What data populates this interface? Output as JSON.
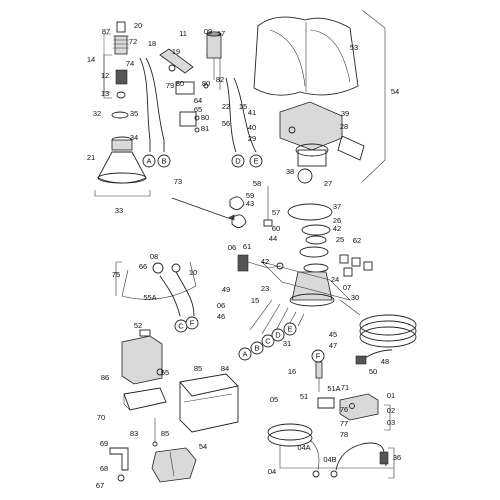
{
  "callouts": [
    {
      "id": "c20",
      "text": "20"
    },
    {
      "id": "c87",
      "text": "87"
    },
    {
      "id": "c72",
      "text": "72"
    },
    {
      "id": "c18",
      "text": "18"
    },
    {
      "id": "c11",
      "text": "11"
    },
    {
      "id": "c09",
      "text": "09"
    },
    {
      "id": "c17",
      "text": "17"
    },
    {
      "id": "c19",
      "text": "19"
    },
    {
      "id": "c14",
      "text": "14"
    },
    {
      "id": "c74",
      "text": "74"
    },
    {
      "id": "c12",
      "text": "12"
    },
    {
      "id": "c13",
      "text": "13"
    },
    {
      "id": "c80a",
      "text": "80"
    },
    {
      "id": "c79",
      "text": "79"
    },
    {
      "id": "c82",
      "text": "82"
    },
    {
      "id": "c80b",
      "text": "80"
    },
    {
      "id": "c64",
      "text": "64"
    },
    {
      "id": "c65",
      "text": "65"
    },
    {
      "id": "c22",
      "text": "22"
    },
    {
      "id": "c15",
      "text": "15"
    },
    {
      "id": "c80c",
      "text": "80"
    },
    {
      "id": "c81",
      "text": "81"
    },
    {
      "id": "c32",
      "text": "32"
    },
    {
      "id": "c35",
      "text": "35"
    },
    {
      "id": "c56",
      "text": "56"
    },
    {
      "id": "c34",
      "text": "34"
    },
    {
      "id": "c21",
      "text": "21"
    },
    {
      "id": "c33",
      "text": "33"
    },
    {
      "id": "c53",
      "text": "53"
    },
    {
      "id": "c54a",
      "text": "54"
    },
    {
      "id": "c41",
      "text": "41"
    },
    {
      "id": "c39",
      "text": "39"
    },
    {
      "id": "c40",
      "text": "40"
    },
    {
      "id": "c28",
      "text": "28"
    },
    {
      "id": "c29",
      "text": "29"
    },
    {
      "id": "c73",
      "text": "73"
    },
    {
      "id": "c38",
      "text": "38"
    },
    {
      "id": "c27",
      "text": "27"
    },
    {
      "id": "c58",
      "text": "58"
    },
    {
      "id": "c59",
      "text": "59"
    },
    {
      "id": "c43",
      "text": "43"
    },
    {
      "id": "c57",
      "text": "57"
    },
    {
      "id": "c37",
      "text": "37"
    },
    {
      "id": "c26",
      "text": "26"
    },
    {
      "id": "c42a",
      "text": "42"
    },
    {
      "id": "c60",
      "text": "60"
    },
    {
      "id": "c44",
      "text": "44"
    },
    {
      "id": "c25",
      "text": "25"
    },
    {
      "id": "c06a",
      "text": "06"
    },
    {
      "id": "c61",
      "text": "61"
    },
    {
      "id": "c62",
      "text": "62"
    },
    {
      "id": "c42b",
      "text": "42"
    },
    {
      "id": "c24",
      "text": "24"
    },
    {
      "id": "c75",
      "text": "75"
    },
    {
      "id": "c08",
      "text": "08"
    },
    {
      "id": "c66",
      "text": "66"
    },
    {
      "id": "c10",
      "text": "10"
    },
    {
      "id": "c23",
      "text": "23"
    },
    {
      "id": "c07",
      "text": "07"
    },
    {
      "id": "c49",
      "text": "49"
    },
    {
      "id": "c55A",
      "text": "55A"
    },
    {
      "id": "c15b",
      "text": "15"
    },
    {
      "id": "c30",
      "text": "30"
    },
    {
      "id": "c06b",
      "text": "06"
    },
    {
      "id": "c46",
      "text": "46"
    },
    {
      "id": "c31",
      "text": "31"
    },
    {
      "id": "c45",
      "text": "45"
    },
    {
      "id": "c47",
      "text": "47"
    },
    {
      "id": "c52",
      "text": "52"
    },
    {
      "id": "c55",
      "text": "55"
    },
    {
      "id": "c48",
      "text": "48"
    },
    {
      "id": "c16",
      "text": "16"
    },
    {
      "id": "c50",
      "text": "50"
    },
    {
      "id": "c86",
      "text": "86"
    },
    {
      "id": "c85a",
      "text": "85"
    },
    {
      "id": "c84",
      "text": "84"
    },
    {
      "id": "c71",
      "text": "71"
    },
    {
      "id": "c51",
      "text": "51"
    },
    {
      "id": "c51A",
      "text": "51A"
    },
    {
      "id": "c01",
      "text": "01"
    },
    {
      "id": "c70",
      "text": "70"
    },
    {
      "id": "c05",
      "text": "05"
    },
    {
      "id": "c76",
      "text": "76"
    },
    {
      "id": "c02",
      "text": "02"
    },
    {
      "id": "c03",
      "text": "03"
    },
    {
      "id": "c83",
      "text": "83"
    },
    {
      "id": "c85b",
      "text": "85"
    },
    {
      "id": "c77",
      "text": "77"
    },
    {
      "id": "c78",
      "text": "78"
    },
    {
      "id": "c69",
      "text": "69"
    },
    {
      "id": "c54b",
      "text": "54"
    },
    {
      "id": "c04A",
      "text": "04A"
    },
    {
      "id": "c04B",
      "text": "04B"
    },
    {
      "id": "c36",
      "text": "36"
    },
    {
      "id": "c68",
      "text": "68"
    },
    {
      "id": "c04",
      "text": "04"
    },
    {
      "id": "c67",
      "text": "67"
    }
  ],
  "connectors": [
    {
      "id": "A1",
      "text": "A"
    },
    {
      "id": "B1",
      "text": "B"
    },
    {
      "id": "D1",
      "text": "D"
    },
    {
      "id": "E1",
      "text": "E"
    },
    {
      "id": "C1",
      "text": "C"
    },
    {
      "id": "F1",
      "text": "F"
    },
    {
      "id": "A2",
      "text": "A"
    },
    {
      "id": "B2",
      "text": "B"
    },
    {
      "id": "C2",
      "text": "C"
    },
    {
      "id": "D2",
      "text": "D"
    },
    {
      "id": "E2",
      "text": "E"
    },
    {
      "id": "F2",
      "text": "F"
    }
  ],
  "colors": {
    "line": "#222222",
    "shade": "#d9d9d9",
    "background": "#ffffff"
  }
}
